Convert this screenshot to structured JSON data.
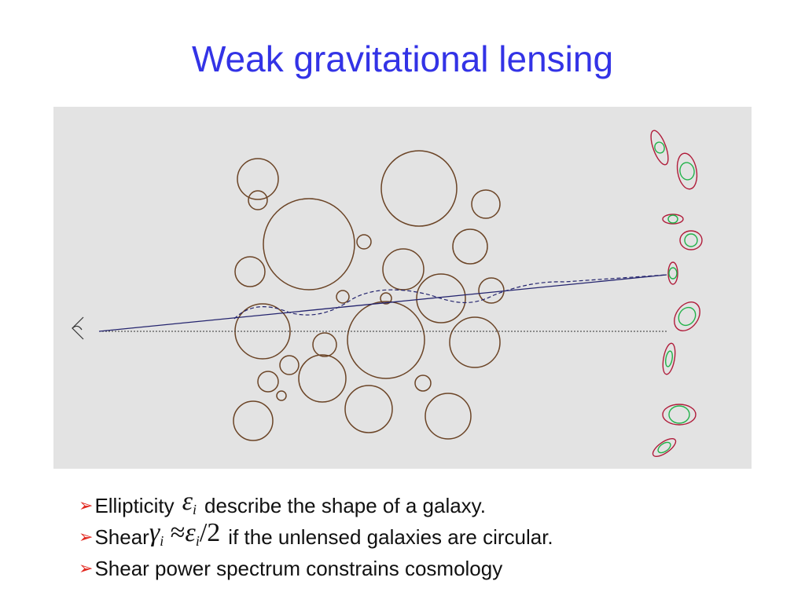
{
  "slide": {
    "title": "Weak gravitational lensing"
  },
  "diagram": {
    "colors": {
      "background": "#e3e3e3",
      "foreground_galaxy": "#6b4426",
      "light_ray": "#24246e",
      "lensed_shape": "#b01c3a",
      "unlensed_shape": "#22b24a",
      "line_of_sight": "#333333"
    }
  },
  "bullets": [
    {
      "before": "Ellipticity",
      "math": "ε",
      "sub": "i",
      "after": "describe the shape of a galaxy."
    },
    {
      "before": "Shear",
      "math": "γ",
      "sub": "i",
      "approx": "≈",
      "math2": "ε",
      "sub2": "i",
      "tail": "/2",
      "after": "if  the unlensed galaxies are circular."
    },
    {
      "before": "Shear power spectrum constrains cosmology"
    }
  ],
  "bullet_marker": "➢"
}
